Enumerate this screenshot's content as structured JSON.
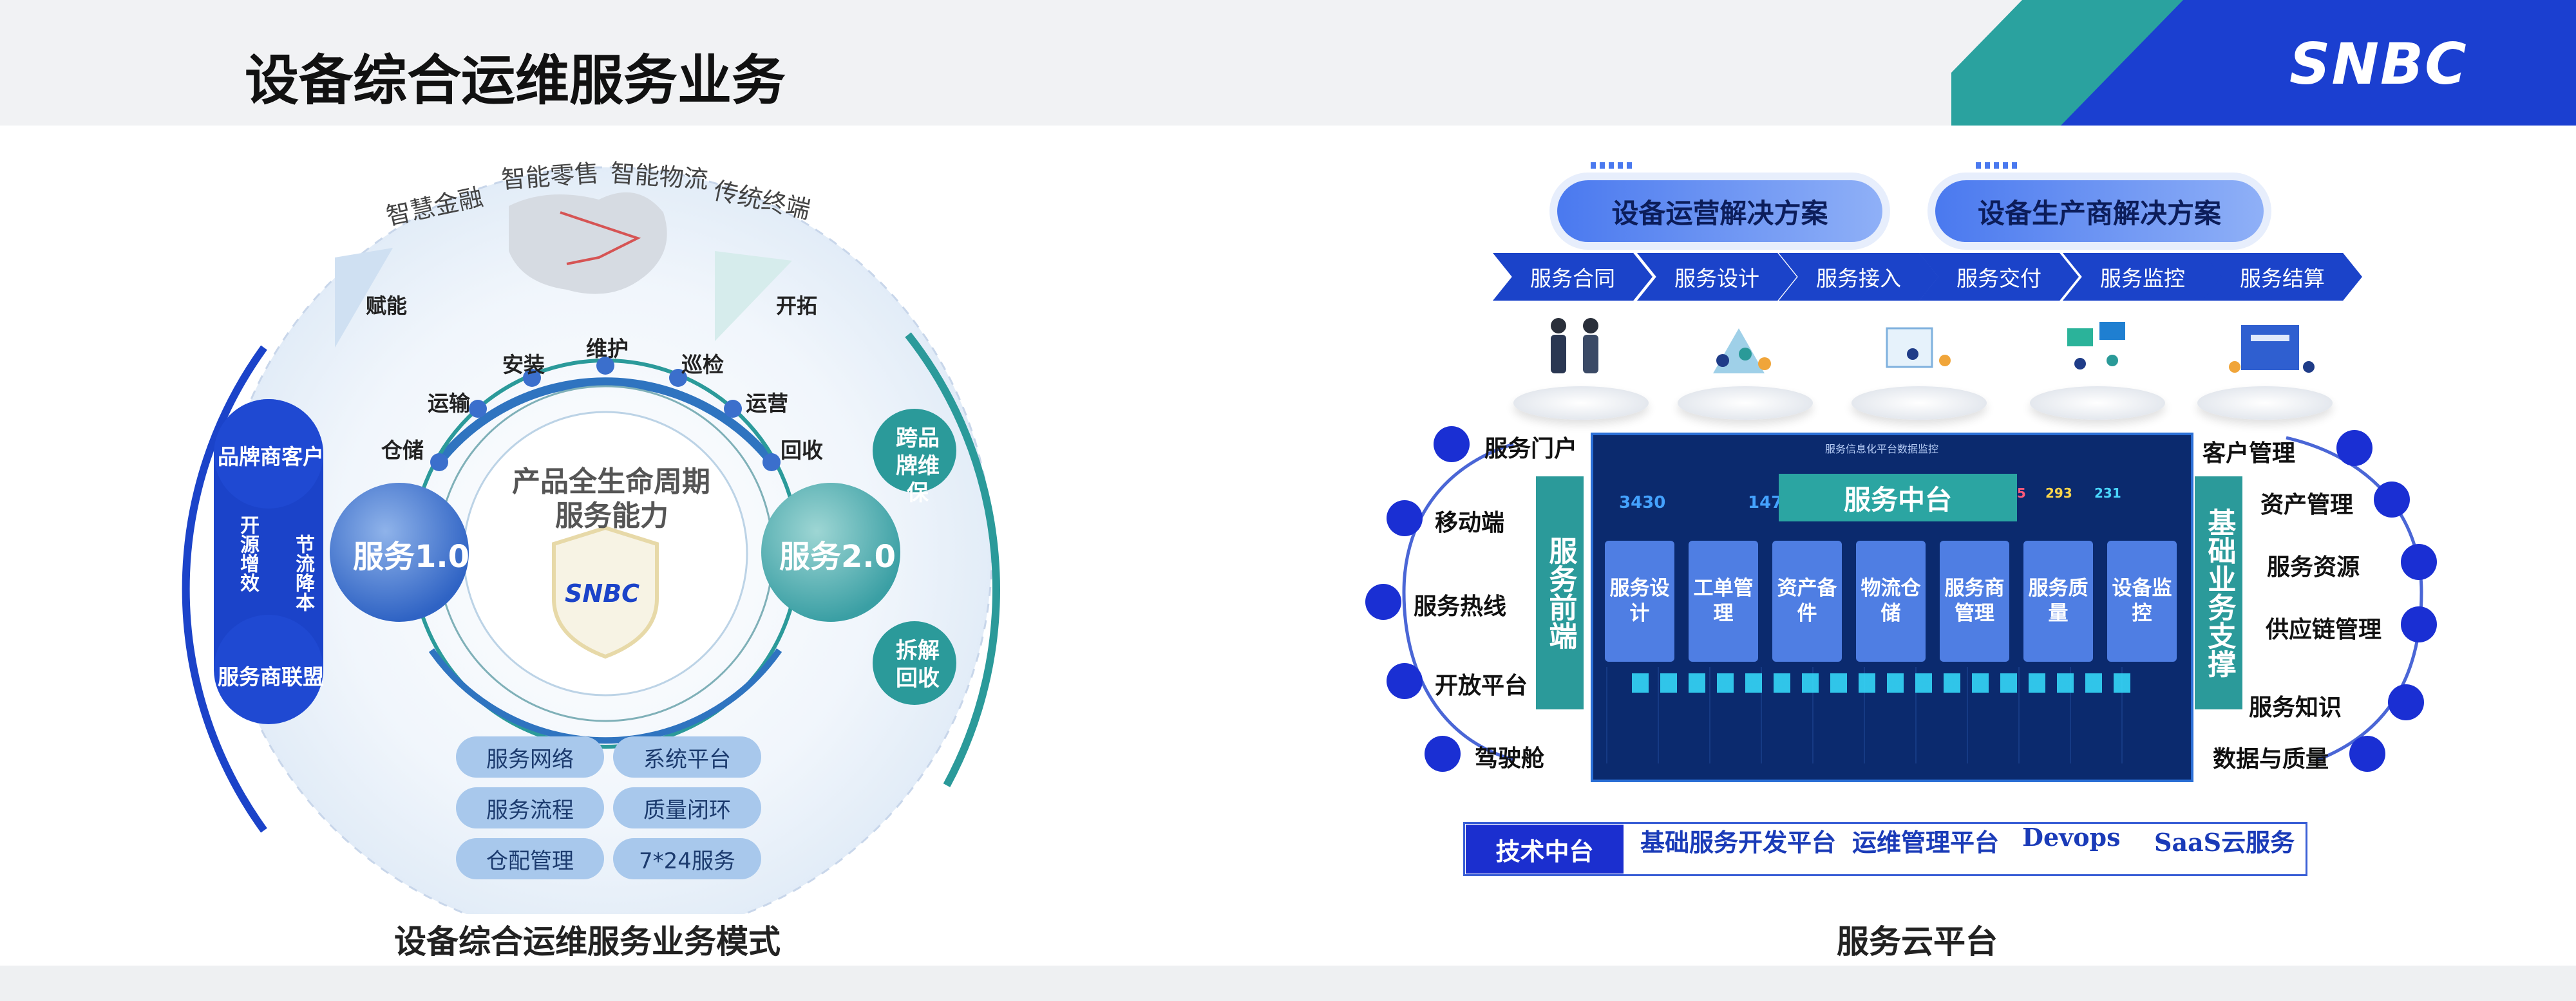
{
  "header": {
    "title": "设备综合运维服务业务",
    "logo_text": "SNBC"
  },
  "left": {
    "top_tags": [
      "智慧金融",
      "智能零售",
      "智能物流",
      "传统终端"
    ],
    "fuji_label": "赋能",
    "kaituo_label": "开拓",
    "lifecycle_steps": [
      "仓储",
      "运输",
      "安装",
      "维护",
      "巡检",
      "运营",
      "回收"
    ],
    "center_line1": "产品全生命周期",
    "center_line2": "服务能力",
    "center_logo": "SNBC",
    "service1": "服务1.0",
    "service2": "服务2.0",
    "brand_customer": "品牌商客户",
    "provider_alliance": "服务商联盟",
    "kaiyuan": "开源增效",
    "jieliu": "节流降本",
    "cross_brand": "跨品牌维保",
    "dismantle": "拆解回收",
    "pills": [
      "服务网络",
      "系统平台",
      "服务流程",
      "质量闭环",
      "仓配管理",
      "7*24服务"
    ],
    "caption": "设备综合运维服务业务模式"
  },
  "right": {
    "solution1": "设备运营解决方案",
    "solution2": "设备生产商解决方案",
    "chevrons": [
      "服务合同",
      "服务设计",
      "服务接入",
      "服务交付",
      "服务监控",
      "服务结算"
    ],
    "left_items": [
      "服务门户",
      "移动端",
      "服务热线",
      "开放平台",
      "驾驶舱"
    ],
    "right_items": [
      "客户管理",
      "资产管理",
      "服务资源",
      "供应链管理",
      "服务知识",
      "数据与质量"
    ],
    "front_bar": "服务前端",
    "back_bar": "基础业务支撑",
    "middle_title": "服务中台",
    "dashboard_title": "服务信息化平台数据监控",
    "dashboard_numbers": [
      "3430",
      "1476",
      "175",
      "293",
      "231"
    ],
    "modules": [
      "服务设计",
      "工单管理",
      "资产备件",
      "物流仓储",
      "服务商管理",
      "服务质量",
      "设备监控"
    ],
    "tech_label": "技术中台",
    "tech_items": [
      "基础服务开发平台",
      "运维管理平台",
      "Devops",
      "SaaS云服务"
    ],
    "caption": "服务云平台"
  },
  "colors": {
    "brand_blue": "#1b43c9",
    "teal": "#2b9a9a",
    "dark_blue": "#1a2fd3",
    "light_blue": "#a8c8ec"
  }
}
